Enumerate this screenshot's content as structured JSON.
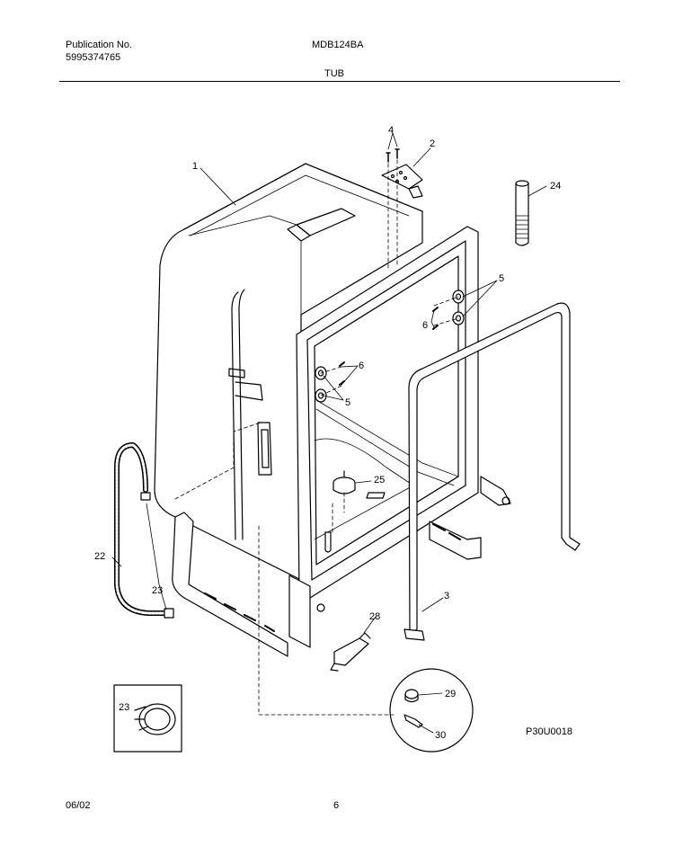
{
  "header": {
    "publication_label": "Publication No.",
    "publication_number": "5995374765",
    "model": "MDB124BA",
    "section_title": "TUB"
  },
  "diagram": {
    "drawing_code": "P30U0018",
    "callouts": {
      "tub": "1",
      "bracket": "2",
      "gasket": "3",
      "screws_top": "4",
      "rollers_right": "5",
      "screws_right": "6",
      "screws_left": "6",
      "rollers_left": "5",
      "drain_hose": "22",
      "clamp": "23",
      "inset_clamp": "23",
      "vent": "24",
      "float": "25",
      "switch": "28",
      "switch_cap": "29",
      "switch_pin": "30"
    }
  },
  "footer": {
    "date": "06/02",
    "page": "6"
  }
}
